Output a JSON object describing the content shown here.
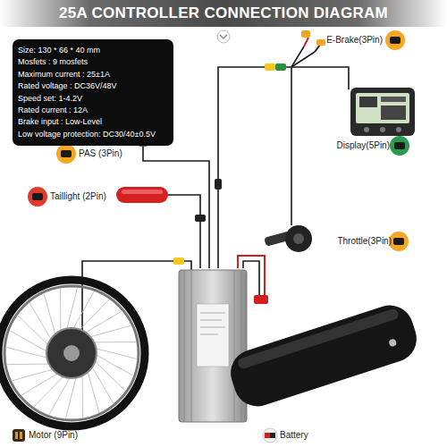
{
  "diagram": {
    "title": "25A CONTROLLER CONNECTION DIAGRAM",
    "nodes": [
      {
        "text": [
          "Size: 130 * 66 * 40 mm",
          "Mosfets : 9 mosfets",
          "Maximum current : 25±1A",
          "Rated voltage : DC36V/48V",
          "Speed set: 1-4.2V",
          "Rated current : 12A",
          "Brake input : Low-Level",
          "Low voltage protection: DC30/40±0.5V"
        ]
      }
    ],
    "labels": [
      "E-Brake(3Pin)",
      "Display(5Pin)",
      "PAS (3Pin)",
      "Taillight (2Pin)",
      "Throttle(3Pin)",
      "Motor (9Pin)",
      "Battery"
    ]
  }
}
